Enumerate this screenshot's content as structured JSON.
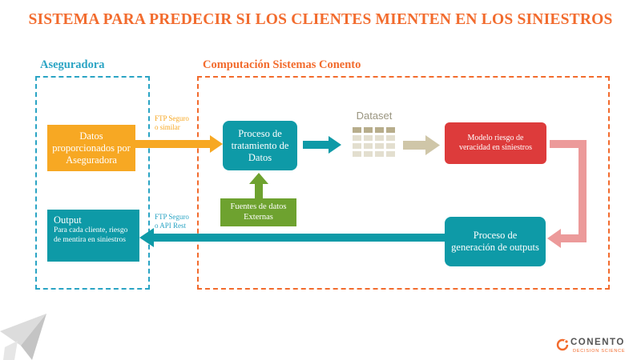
{
  "title": "SISTEMA PARA PREDECIR SI LOS CLIENTES MIENTEN EN LOS SINIESTROS",
  "sections": {
    "insurer": "Aseguradora",
    "computation": "Computación Sistemas Conento"
  },
  "nodes": {
    "input_data": "Datos proporcionados por Aseguradora",
    "processing": "Proceso de tratamiento de Datos",
    "external_sources": "Fuentes de datos Externas",
    "dataset": "Dataset",
    "model": "Modelo riesgo de veracidad en siniestros",
    "outputs_process": "Proceso de generación de outputs",
    "output_title": "Output",
    "output_desc": "Para cada cliente, riesgo de mentira en siniestros"
  },
  "labels": {
    "ftp_in_1": "FTP Seguro",
    "ftp_in_2": "o similar",
    "ftp_out_1": "FTP Seguro",
    "ftp_out_2": "o API Rest"
  },
  "logo": {
    "name": "CONENTO",
    "tagline": "DECISION SCIENCE"
  },
  "colors": {
    "accent_orange": "#f26b2d",
    "teal": "#0e9aa7",
    "dashed_blue": "#2aa4c4",
    "input_orange": "#f7a823",
    "green": "#6ea22f",
    "red": "#dd3b3b",
    "tan": "#cfc6a8",
    "pink": "#ec9a9a"
  }
}
